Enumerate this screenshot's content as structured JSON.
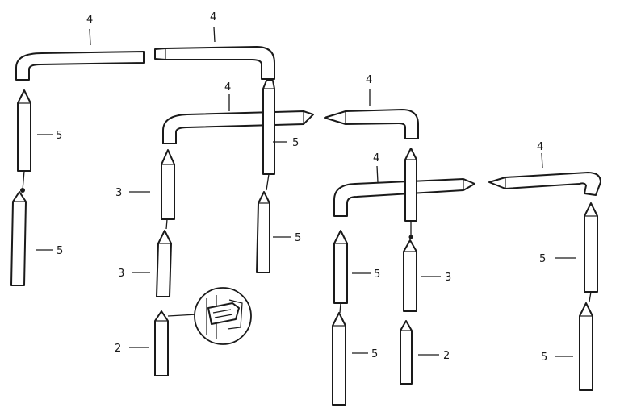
{
  "callouts": {
    "horn_top_a": "4",
    "horn_top_b": "4",
    "horn_mid_a": "4",
    "horn_mid_b": "4",
    "horn_low_a": "4",
    "horn_low_b": "4",
    "col1_upper": "5",
    "col1_lower": "5",
    "col2_upper": "3",
    "col2_middle": "3",
    "col2_lower": "2",
    "col3_lower": "5",
    "col4_upper": "5",
    "col4_lower": "5",
    "col5_middle": "3",
    "col5_lower": "2",
    "col6_upper": "5",
    "col6_lower": "5"
  },
  "colors": {
    "line": "#1a1a1a",
    "paper": "#ffffff"
  }
}
